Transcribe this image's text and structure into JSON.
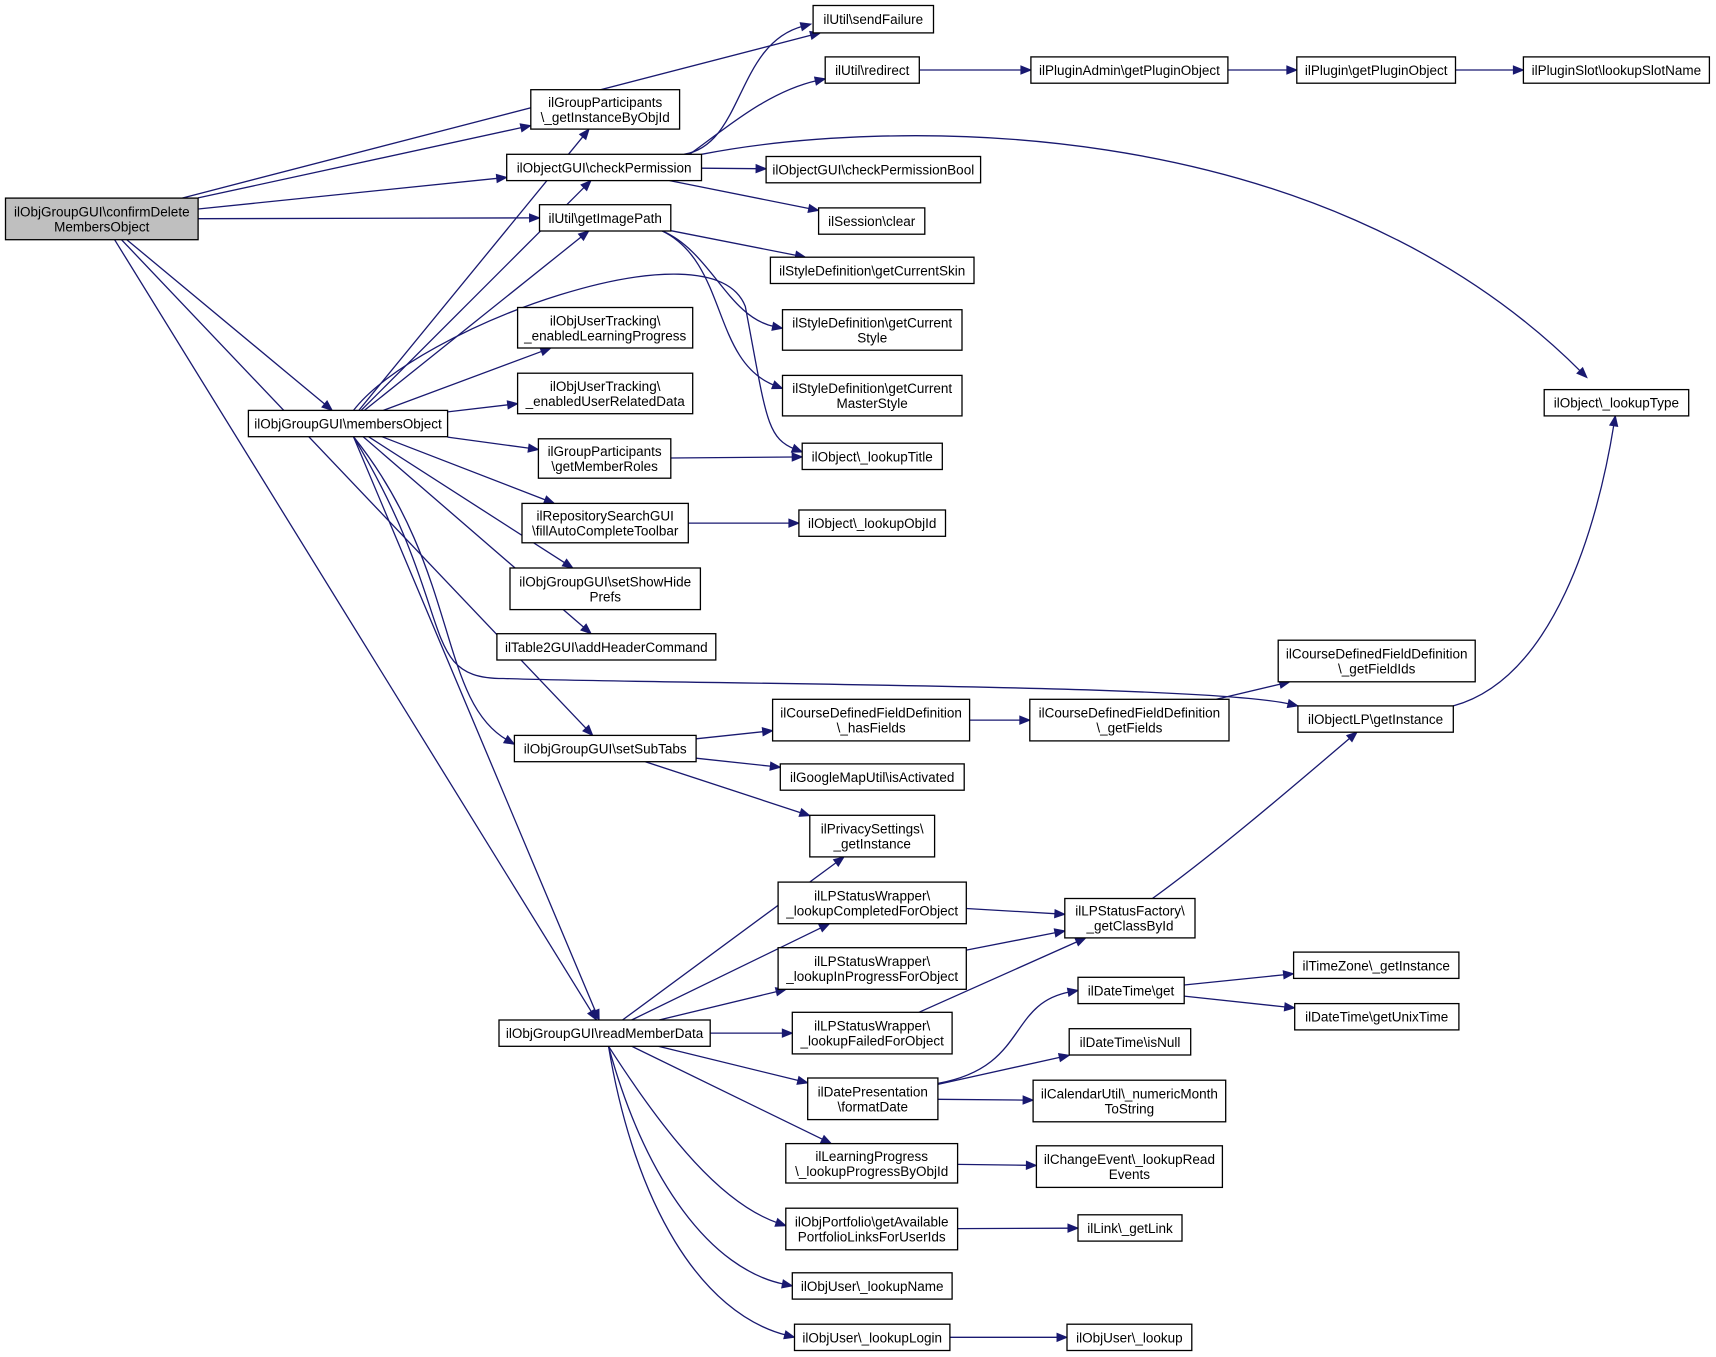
{
  "nodes": [
    {
      "id": "confirm",
      "lines": [
        "ilObjGroupGUI\\confirmDelete",
        "MembersObject"
      ],
      "root": true
    },
    {
      "id": "sendFailure",
      "lines": [
        "ilUtil\\sendFailure"
      ]
    },
    {
      "id": "gpGetInst",
      "lines": [
        "ilGroupParticipants",
        "\\_getInstanceByObjId"
      ]
    },
    {
      "id": "redirect",
      "lines": [
        "ilUtil\\redirect"
      ]
    },
    {
      "id": "pluginAdmin",
      "lines": [
        "ilPluginAdmin\\getPluginObject"
      ]
    },
    {
      "id": "pluginObj",
      "lines": [
        "ilPlugin\\getPluginObject"
      ]
    },
    {
      "id": "slotName",
      "lines": [
        "ilPluginSlot\\lookupSlotName"
      ]
    },
    {
      "id": "checkPerm",
      "lines": [
        "ilObjectGUI\\checkPermission"
      ]
    },
    {
      "id": "checkPermBool",
      "lines": [
        "ilObjectGUI\\checkPermissionBool"
      ]
    },
    {
      "id": "sessClear",
      "lines": [
        "ilSession\\clear"
      ]
    },
    {
      "id": "imgPath",
      "lines": [
        "ilUtil\\getImagePath"
      ]
    },
    {
      "id": "curSkin",
      "lines": [
        "ilStyleDefinition\\getCurrentSkin"
      ]
    },
    {
      "id": "curStyle",
      "lines": [
        "ilStyleDefinition\\getCurrent",
        "Style"
      ]
    },
    {
      "id": "curMaster",
      "lines": [
        "ilStyleDefinition\\getCurrent",
        "MasterStyle"
      ]
    },
    {
      "id": "lookupType",
      "lines": [
        "ilObject\\_lookupType"
      ]
    },
    {
      "id": "enabledLP",
      "lines": [
        "ilObjUserTracking\\",
        "_enabledLearningProgress"
      ]
    },
    {
      "id": "enabledURD",
      "lines": [
        "ilObjUserTracking\\",
        "_enabledUserRelatedData"
      ]
    },
    {
      "id": "members",
      "lines": [
        "ilObjGroupGUI\\membersObject"
      ]
    },
    {
      "id": "memberRoles",
      "lines": [
        "ilGroupParticipants",
        "\\getMemberRoles"
      ]
    },
    {
      "id": "lookupTitle",
      "lines": [
        "ilObject\\_lookupTitle"
      ]
    },
    {
      "id": "repoSearch",
      "lines": [
        "ilRepositorySearchGUI",
        "\\fillAutoCompleteToolbar"
      ]
    },
    {
      "id": "lookupObjId",
      "lines": [
        "ilObject\\_lookupObjId"
      ]
    },
    {
      "id": "showHide",
      "lines": [
        "ilObjGroupGUI\\setShowHide",
        "Prefs"
      ]
    },
    {
      "id": "addHeader",
      "lines": [
        "ilTable2GUI\\addHeaderCommand"
      ]
    },
    {
      "id": "cdfGetFieldIds",
      "lines": [
        "ilCourseDefinedFieldDefinition",
        "\\_getFieldIds"
      ]
    },
    {
      "id": "objLP",
      "lines": [
        "ilObjectLP\\getInstance"
      ]
    },
    {
      "id": "cdfHasFields",
      "lines": [
        "ilCourseDefinedFieldDefinition",
        "\\_hasFields"
      ]
    },
    {
      "id": "cdfGetFields",
      "lines": [
        "ilCourseDefinedFieldDefinition",
        "\\_getFields"
      ]
    },
    {
      "id": "subTabs",
      "lines": [
        "ilObjGroupGUI\\setSubTabs"
      ]
    },
    {
      "id": "gmap",
      "lines": [
        "ilGoogleMapUtil\\isActivated"
      ]
    },
    {
      "id": "privacy",
      "lines": [
        "ilPrivacySettings\\",
        "_getInstance"
      ]
    },
    {
      "id": "lpCompleted",
      "lines": [
        "ilLPStatusWrapper\\",
        "_lookupCompletedForObject"
      ]
    },
    {
      "id": "lpFactory",
      "lines": [
        "ilLPStatusFactory\\",
        "_getClassById"
      ]
    },
    {
      "id": "lpInProgress",
      "lines": [
        "ilLPStatusWrapper\\",
        "_lookupInProgressForObject"
      ]
    },
    {
      "id": "tzGetInst",
      "lines": [
        "ilTimeZone\\_getInstance"
      ]
    },
    {
      "id": "dtGet",
      "lines": [
        "ilDateTime\\get"
      ]
    },
    {
      "id": "dtUnix",
      "lines": [
        "ilDateTime\\getUnixTime"
      ]
    },
    {
      "id": "readMember",
      "lines": [
        "ilObjGroupGUI\\readMemberData"
      ]
    },
    {
      "id": "lpFailed",
      "lines": [
        "ilLPStatusWrapper\\",
        "_lookupFailedForObject"
      ]
    },
    {
      "id": "dtIsNull",
      "lines": [
        "ilDateTime\\isNull"
      ]
    },
    {
      "id": "formatDate",
      "lines": [
        "ilDatePresentation",
        "\\formatDate"
      ]
    },
    {
      "id": "calMonth",
      "lines": [
        "ilCalendarUtil\\_numericMonth",
        "ToString"
      ]
    },
    {
      "id": "lpProgress",
      "lines": [
        "ilLearningProgress",
        "\\_lookupProgressByObjId"
      ]
    },
    {
      "id": "changeEvent",
      "lines": [
        "ilChangeEvent\\_lookupRead",
        "Events"
      ]
    },
    {
      "id": "portfolio",
      "lines": [
        "ilObjPortfolio\\getAvailable",
        "PortfolioLinksForUserIds"
      ]
    },
    {
      "id": "getLink",
      "lines": [
        "ilLink\\_getLink"
      ]
    },
    {
      "id": "lookupName",
      "lines": [
        "ilObjUser\\_lookupName"
      ]
    },
    {
      "id": "lookupLogin",
      "lines": [
        "ilObjUser\\_lookupLogin"
      ]
    },
    {
      "id": "userLookup",
      "lines": [
        "ilObjUser\\_lookup"
      ]
    }
  ],
  "edges": [
    [
      "confirm",
      "sendFailure"
    ],
    [
      "confirm",
      "gpGetInst"
    ],
    [
      "confirm",
      "checkPerm"
    ],
    [
      "confirm",
      "imgPath"
    ],
    [
      "confirm",
      "members"
    ],
    [
      "confirm",
      "subTabs"
    ],
    [
      "confirm",
      "readMember"
    ],
    [
      "redirect",
      "pluginAdmin"
    ],
    [
      "pluginAdmin",
      "pluginObj"
    ],
    [
      "pluginObj",
      "slotName"
    ],
    [
      "checkPerm",
      "sendFailure"
    ],
    [
      "checkPerm",
      "redirect"
    ],
    [
      "checkPerm",
      "lookupType"
    ],
    [
      "checkPerm",
      "checkPermBool"
    ],
    [
      "checkPerm",
      "sessClear"
    ],
    [
      "imgPath",
      "curSkin"
    ],
    [
      "imgPath",
      "curStyle"
    ],
    [
      "imgPath",
      "curMaster"
    ],
    [
      "members",
      "gpGetInst"
    ],
    [
      "members",
      "checkPerm"
    ],
    [
      "members",
      "imgPath"
    ],
    [
      "members",
      "lookupTitle"
    ],
    [
      "members",
      "enabledLP"
    ],
    [
      "members",
      "enabledURD"
    ],
    [
      "members",
      "memberRoles"
    ],
    [
      "members",
      "repoSearch"
    ],
    [
      "members",
      "showHide"
    ],
    [
      "members",
      "addHeader"
    ],
    [
      "members",
      "objLP"
    ],
    [
      "members",
      "subTabs"
    ],
    [
      "members",
      "readMember"
    ],
    [
      "memberRoles",
      "lookupTitle"
    ],
    [
      "repoSearch",
      "lookupObjId"
    ],
    [
      "subTabs",
      "cdfHasFields"
    ],
    [
      "subTabs",
      "gmap"
    ],
    [
      "subTabs",
      "privacy"
    ],
    [
      "cdfHasFields",
      "cdfGetFields"
    ],
    [
      "cdfGetFields",
      "cdfGetFieldIds"
    ],
    [
      "objLP",
      "lookupType"
    ],
    [
      "lpFactory",
      "objLP"
    ],
    [
      "readMember",
      "privacy"
    ],
    [
      "readMember",
      "lpCompleted"
    ],
    [
      "readMember",
      "lpInProgress"
    ],
    [
      "readMember",
      "lpFailed"
    ],
    [
      "readMember",
      "formatDate"
    ],
    [
      "readMember",
      "lpProgress"
    ],
    [
      "readMember",
      "portfolio"
    ],
    [
      "readMember",
      "lookupName"
    ],
    [
      "readMember",
      "lookupLogin"
    ],
    [
      "lpCompleted",
      "lpFactory"
    ],
    [
      "lpInProgress",
      "lpFactory"
    ],
    [
      "lpFailed",
      "lpFactory"
    ],
    [
      "formatDate",
      "dtGet"
    ],
    [
      "formatDate",
      "dtIsNull"
    ],
    [
      "formatDate",
      "calMonth"
    ],
    [
      "dtGet",
      "tzGetInst"
    ],
    [
      "dtGet",
      "dtUnix"
    ],
    [
      "lpProgress",
      "changeEvent"
    ],
    [
      "portfolio",
      "getLink"
    ],
    [
      "lookupLogin",
      "userLookup"
    ]
  ]
}
